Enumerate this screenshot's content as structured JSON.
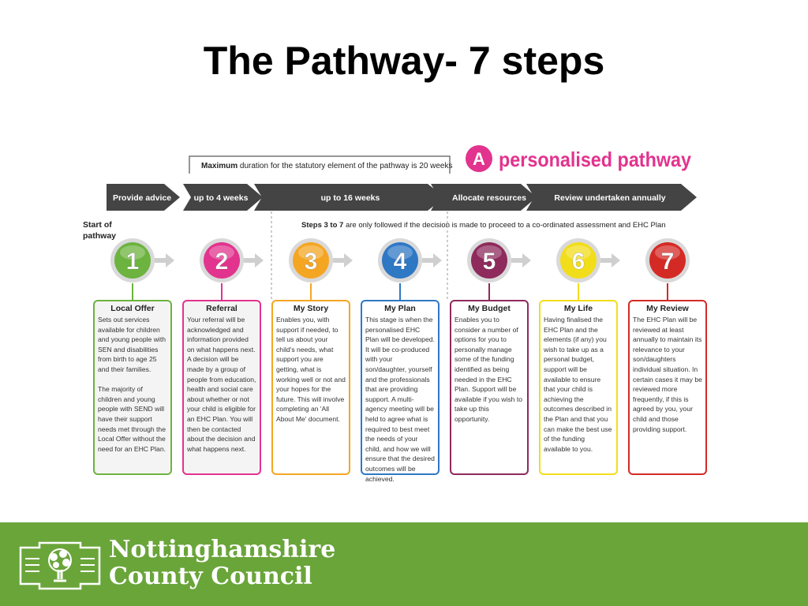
{
  "title": "The Pathway- 7 steps",
  "diagram": {
    "max_note_bold": "Maximum",
    "max_note_rest": " duration for the statutory element of the pathway is 20 weeks",
    "badge_letter": "A",
    "badge_text": "personalised pathway",
    "arrows": [
      "Provide advice",
      "up to 4 weeks",
      "up to 16 weeks",
      "Allocate resources",
      "Review undertaken annually"
    ],
    "start_label_1": "Start of",
    "start_label_2": "pathway",
    "steps_note_bold": "Steps 3 to 7",
    "steps_note_rest": " are only followed if the decision is made to proceed to a co-ordinated assessment and EHC Plan",
    "steps": [
      {
        "number": "1",
        "color": "#6cb33f",
        "title": "Local Offer",
        "body": "Sets out services available for children and young people with SEN and disabilities from birth to age 25 and their families.\n\nThe majority of children and young people with SEND will have their support needs met through the Local Offer without the need for an EHC Plan."
      },
      {
        "number": "2",
        "color": "#e2338e",
        "title": "Referral",
        "body": "Your referral will be acknowledged and information provided on what happens next. A decision will be made by a group of people from education, health and social care about whether or not your child is eligible for an EHC Plan. You will then be contacted about the decision and what happens next."
      },
      {
        "number": "3",
        "color": "#f4a623",
        "title": "My Story",
        "body": "Enables you, with support if needed, to tell us about your child's needs, what support you are getting, what is working well or not and your hopes for the future. This will involve completing an 'All About Me' document."
      },
      {
        "number": "4",
        "color": "#2f78c4",
        "title": "My Plan",
        "body": "This stage is when the personalised EHC Plan will be developed. It will be co-produced with your son/daughter, yourself and the professionals that are providing support. A multi-agency meeting will be held to agree what is required to best meet the needs of your child, and how we will ensure that the desired outcomes will be achieved."
      },
      {
        "number": "5",
        "color": "#8e2a5c",
        "title": "My Budget",
        "body": "Enables you to consider a number of options for you to personally manage some of the funding identified as being needed in the EHC Plan. Support will be available if you wish to take up this opportunity."
      },
      {
        "number": "6",
        "color": "#f2dd1a",
        "title": "My Life",
        "body": "Having finalised the EHC Plan and the elements (if any) you wish to take up as a personal budget, support will be available to ensure that your child is achieving the outcomes described in the Plan and that you can make the best use of the funding available to you."
      },
      {
        "number": "7",
        "color": "#d42a26",
        "title": "My Review",
        "body": "The EHC Plan will be reviewed at least annually to maintain its relevance to your son/daughters individual situation. In certain cases it may be reviewed more frequently, if this is agreed by you, your child and those providing support."
      }
    ]
  },
  "footer": {
    "org_line_1": "Nottinghamshire",
    "org_line_2": "County Council",
    "logo_icon": "oak-tree-logo-icon",
    "background": "#6aa53a"
  }
}
